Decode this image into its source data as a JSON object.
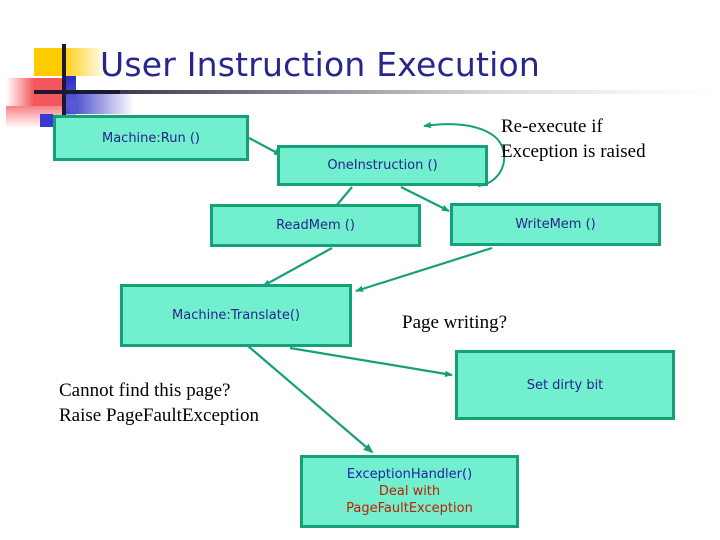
{
  "slide": {
    "title": "User Instruction Execution",
    "background": "#ffffff",
    "title_color": "#26268C",
    "box_fill": "#72EFCE",
    "box_border": "#15A077",
    "box_text_color": "#26268C",
    "accent_red": "#C02000",
    "connector_color": "#15A077"
  },
  "decor": {
    "yellow": "#FFCC00",
    "red": "#F4575B",
    "blue": "#2B2BC8",
    "line": "#1a1a2e"
  },
  "boxes": {
    "run": {
      "label": "Machine:Run ()"
    },
    "one_instruction": {
      "label": "OneInstruction ()"
    },
    "read_mem": {
      "label": "ReadMem ()"
    },
    "write_mem": {
      "label": "WriteMem ()"
    },
    "translate": {
      "label": "Machine:Translate()"
    },
    "dirty_bit": {
      "label": "Set dirty bit"
    },
    "handler": {
      "line1": "ExceptionHandler()",
      "line2": "Deal with",
      "line3": "PageFaultException"
    }
  },
  "notes": {
    "reexecute_line1": "Re-execute if",
    "reexecute_line2": "Exception is raised",
    "page_writing": "Page writing?",
    "cannot_find_line1": "Cannot find this page?",
    "cannot_find_line2": "Raise PageFaultException"
  }
}
